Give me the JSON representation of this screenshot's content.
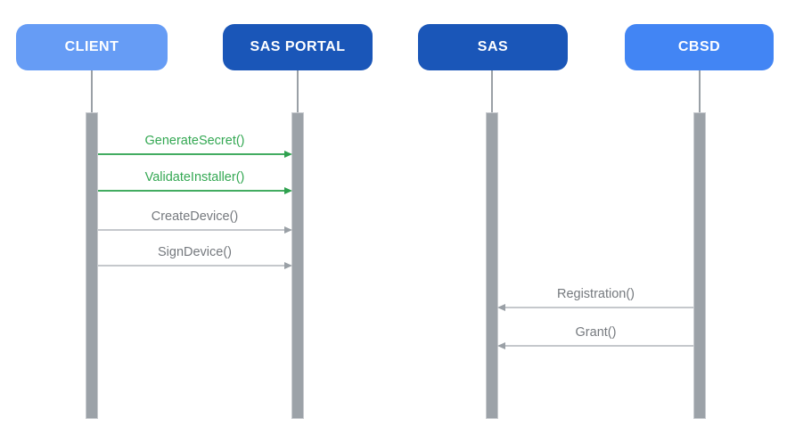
{
  "diagram": {
    "type": "sequence-diagram",
    "background": "#FFFFFF",
    "actors": [
      {
        "label": "CLIENT",
        "fill": "#669CF5",
        "text_color": "#FFFFFF"
      },
      {
        "label": "SAS PORTAL",
        "fill": "#1A56B8",
        "text_color": "#FFFFFF"
      },
      {
        "label": "SAS",
        "fill": "#1A56B8",
        "text_color": "#FFFFFF"
      },
      {
        "label": "CBSD",
        "fill": "#4285F4",
        "text_color": "#FFFFFF"
      }
    ],
    "lifeline_color": "#9AA0A6",
    "activation_bar_color": "#9CA2A8",
    "messages": [
      {
        "label": "GenerateSecret()",
        "from": "CLIENT",
        "to": "SAS PORTAL",
        "direction": "right",
        "color": "#34A853"
      },
      {
        "label": "ValidateInstaller()",
        "from": "CLIENT",
        "to": "SAS PORTAL",
        "direction": "right",
        "color": "#34A853"
      },
      {
        "label": "CreateDevice()",
        "from": "CLIENT",
        "to": "SAS PORTAL",
        "direction": "right",
        "color": "#80868B"
      },
      {
        "label": "SignDevice()",
        "from": "CLIENT",
        "to": "SAS PORTAL",
        "direction": "right",
        "color": "#80868B"
      },
      {
        "label": "Registration()",
        "from": "CBSD",
        "to": "SAS",
        "direction": "left",
        "color": "#80868B"
      },
      {
        "label": "Grant()",
        "from": "CBSD",
        "to": "SAS",
        "direction": "left",
        "color": "#80868B"
      }
    ]
  }
}
